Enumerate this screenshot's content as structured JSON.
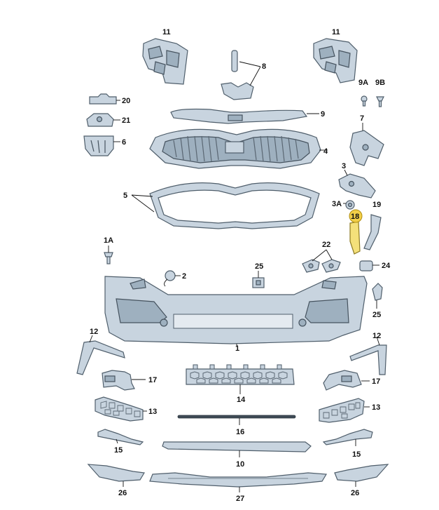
{
  "labels": {
    "p11": "11",
    "p8": "8",
    "p9a": "9A",
    "p9b": "9B",
    "p20": "20",
    "p21": "21",
    "p6": "6",
    "p9": "9",
    "p7": "7",
    "p4": "4",
    "p3": "3",
    "p5": "5",
    "p3a": "3A",
    "p19": "19",
    "p18": "18",
    "p1a": "1A",
    "p22": "22",
    "p25": "25",
    "p2": "2",
    "p24": "24",
    "p12": "12",
    "p1": "1",
    "p17": "17",
    "p14": "14",
    "p13": "13",
    "p16": "16",
    "p15": "15",
    "p10": "10",
    "p26": "26",
    "p27": "27"
  },
  "colors": {
    "part_fill": "#c8d4df",
    "part_stroke": "#4f5e6b",
    "highlight": "#f2cf48"
  }
}
